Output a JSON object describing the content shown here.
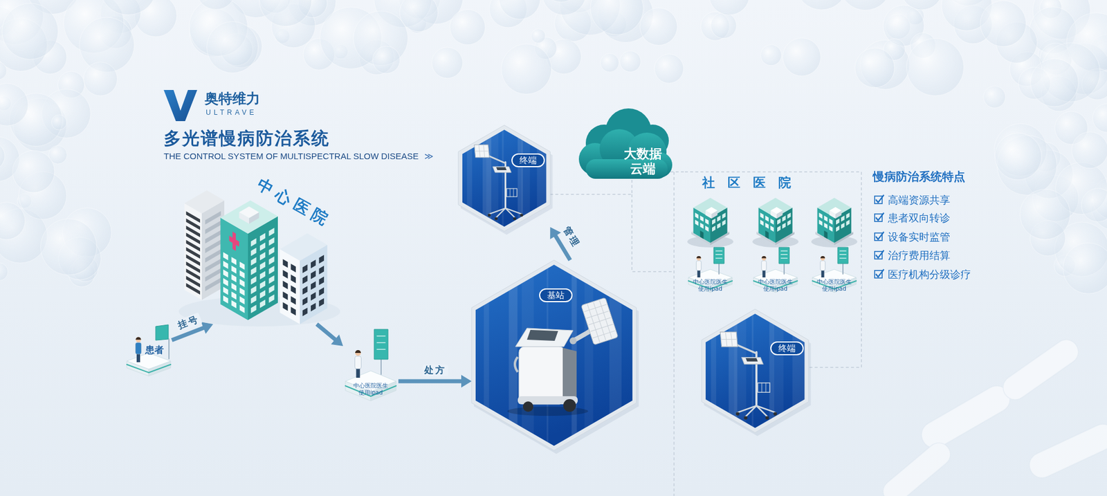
{
  "diagram": {
    "title": "多光谱慢病防治系统",
    "nodes": [
      {
        "text": [
          "中心医院"
        ]
      },
      {
        "text": [
          "患者"
        ]
      },
      {
        "text": [
          "中心医院医生 使用ipad"
        ]
      },
      {
        "text": [
          "基站"
        ]
      },
      {
        "text": [
          "终端"
        ]
      },
      {
        "text": [
          "大数据 云端"
        ]
      },
      {
        "text": [
          "社区医院"
        ]
      },
      {
        "text": [
          "中心医院医生 使用ipad"
        ],
        "in": 6
      },
      {
        "text": [
          "中心医院医生 使用ipad"
        ],
        "in": 6
      },
      {
        "text": [
          "中心医院医生 使用ipad"
        ],
        "in": 6
      },
      {
        "text": [
          "终端"
        ]
      }
    ],
    "edges": [
      {
        "from": 1,
        "to": 0,
        "label": "挂号",
        "arrow": "to"
      },
      {
        "from": 0,
        "to": 2,
        "arrow": "to"
      },
      {
        "from": 2,
        "to": 3,
        "label": "处方",
        "arrow": "to"
      },
      {
        "from": 3,
        "to": 4,
        "label": "管理",
        "arrow": "to"
      },
      {
        "from": 4,
        "to": 5,
        "arrow": "none"
      },
      {
        "from": 5,
        "to": 6,
        "arrow": "none"
      },
      {
        "from": 6,
        "to": 10,
        "arrow": "none"
      }
    ],
    "labels": [
      "奥特维力",
      "ULTRAVE",
      "THE CONTROL SYSTEM OF MULTISPECTRAL SLOW DISEASE",
      "≫",
      "慢病防治系统特点",
      "高端资源共享",
      "患者双向转诊",
      "设备实时监管",
      "治疗费用结算",
      "医疗机构分级诊疗"
    ]
  }
}
